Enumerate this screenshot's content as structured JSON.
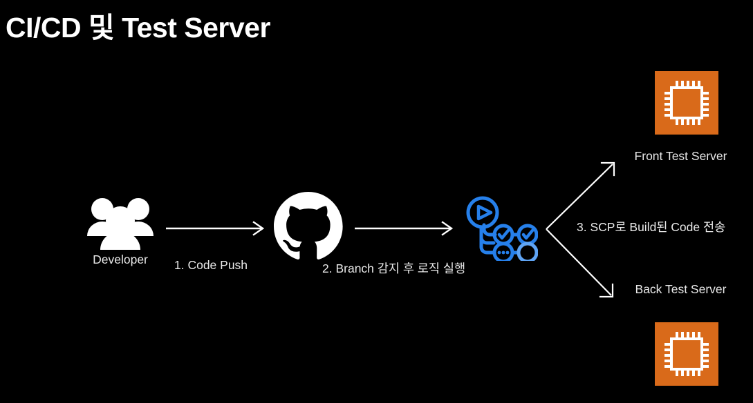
{
  "slide": {
    "title": "CI/CD 및 Test Server",
    "background_color": "#000000",
    "text_color": "#ffffff"
  },
  "colors": {
    "background": "#000000",
    "title_text": "#ffffff",
    "caption_text": "#e9e9e9",
    "server_orange": "#d96a1a",
    "pipeline_blue": "#2680eb",
    "arrow_white": "#ffffff",
    "github_white": "#ffffff"
  },
  "diagram": {
    "nodes": [
      {
        "id": "developer",
        "icon": "people-group-icon",
        "label": "Developer"
      },
      {
        "id": "github",
        "icon": "github-octocat-icon",
        "label": ""
      },
      {
        "id": "pipeline",
        "icon": "ci-cd-pipeline-icon",
        "label": ""
      },
      {
        "id": "front-test-server",
        "icon": "cpu-chip-icon",
        "label": "Front Test Server"
      },
      {
        "id": "back-test-server",
        "icon": "cpu-chip-icon",
        "label": "Back Test Server"
      }
    ],
    "steps": [
      {
        "number": "1",
        "text": "1. Code Push"
      },
      {
        "number": "2",
        "text": "2. Branch 감지 후 로직 실행"
      },
      {
        "number": "3",
        "text": "3. SCP로 Build된 Code 전송"
      }
    ],
    "edges": [
      {
        "id": "developer-to-github",
        "icon": "arrow-right-icon",
        "label": "1. Code Push"
      },
      {
        "id": "github-to-pipeline",
        "icon": "arrow-right-icon",
        "label": "2. Branch 감지 후 로직 실행"
      },
      {
        "id": "pipeline-to-front",
        "icon": "arrow-up-right-icon",
        "label": "3. SCP로 Build된 Code 전송"
      },
      {
        "id": "pipeline-to-back",
        "icon": "arrow-down-right-icon",
        "label": "3. SCP로 Build된 Code 전송"
      }
    ]
  }
}
